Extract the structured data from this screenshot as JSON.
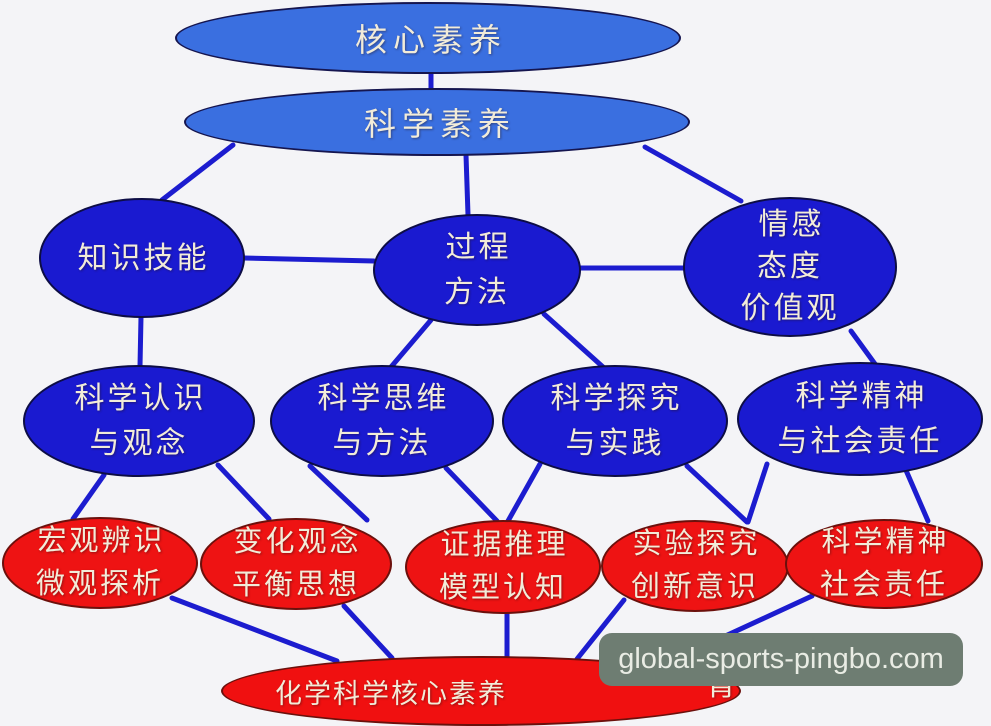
{
  "diagram": {
    "title_node": "核心素养",
    "nodes": {
      "core": {
        "label": "核心素养"
      },
      "science": {
        "label": "科学素养"
      },
      "knowledge": {
        "label": "知识技能"
      },
      "process": {
        "label": "过程\n方法"
      },
      "emotion": {
        "label": "情感\n态度\n价值观"
      },
      "cognition": {
        "label": "科学认识\n与观念"
      },
      "thinking": {
        "label": "科学思维\n与方法"
      },
      "inquiry": {
        "label": "科学探究\n与实践"
      },
      "spirit": {
        "label": "科学精神\n与社会责任"
      },
      "macro": {
        "label": "宏观辨识\n微观探析"
      },
      "change": {
        "label": "变化观念\n平衡思想"
      },
      "evidence": {
        "label": "证据推理\n模型认知"
      },
      "experiment": {
        "label": "实验探究\n创新意识"
      },
      "sci_spirit_red": {
        "label": "科学精神\n社会责任"
      },
      "chemistry": {
        "label": "化学科学核心素养"
      },
      "partial_char": {
        "label": "育"
      }
    },
    "colors": {
      "light_blue": "#3a6fe0",
      "dark_blue": "#1a1ad0",
      "red": "#ee1313",
      "line_blue": "#1c1ccf",
      "text_cream": "#f2ecd9",
      "background": "#f4f4f7"
    }
  },
  "watermark": {
    "text": "global-sports-pingbo.com",
    "bg_color": "#6e7d72",
    "text_color": "#e9ece4"
  }
}
